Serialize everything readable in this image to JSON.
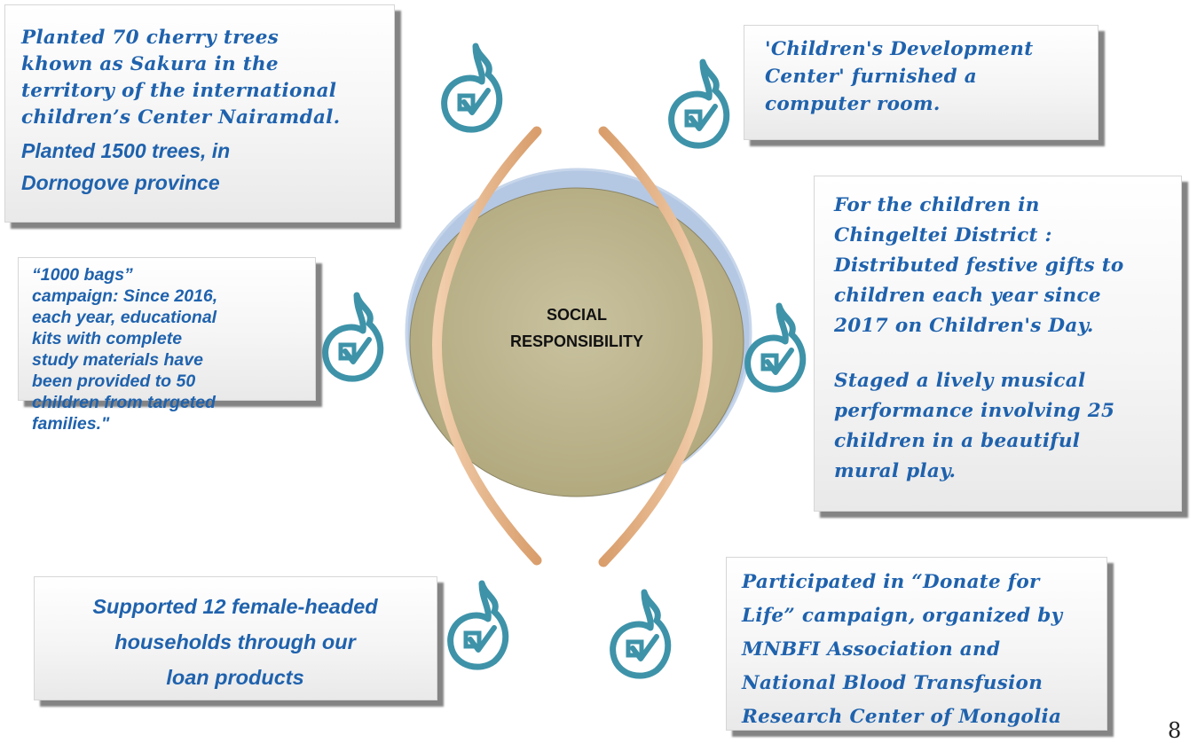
{
  "center": {
    "label_line1": "SOCIAL",
    "label_line2": "RESPONSIBILITY"
  },
  "items": [
    {
      "id": "top-left",
      "lines_a": "Planted 70 cherry trees\nkhown as Sakura in the\nterritory of the international\nchildren’s Center Nairamdal.",
      "lines_b": "Planted 1500 trees, in\nDornogove province"
    },
    {
      "id": "top-right",
      "text": "'Children's Development\nCenter' furnished a\ncomputer room."
    },
    {
      "id": "mid-left",
      "text": "“1000 bags”\ncampaign: Since 2016,\neach year, educational\nkits with complete\nstudy materials have\nbeen provided to 50\nchildren from targeted\nfamilies.\""
    },
    {
      "id": "mid-right",
      "text_a": "For the children in\nChingeltei District :\nDistributed festive gifts to\nchildren each year since\n2017 on Children's Day.",
      "text_b": "Staged a lively musical\nperformance involving 25\nchildren in a beautiful\nmural play."
    },
    {
      "id": "bottom-left",
      "text": "Supported 12 female-headed\nhouseholds through our\nloan products"
    },
    {
      "id": "bottom-right",
      "text": "Participated in “Donate for\nLife” campaign, organized by\nMNBFI Association and\nNational Blood Transfusion\nResearch Center of Mongolia"
    }
  ],
  "page_number": "8",
  "colors": {
    "text_blue": "#1f62ad",
    "ellipse_fill": "#bfb791",
    "ring_blue": "#b4c8e4",
    "arc_orange": "#e8b98f",
    "icon_teal": "#3e93a9"
  },
  "icon_name": "check-drop-icon"
}
